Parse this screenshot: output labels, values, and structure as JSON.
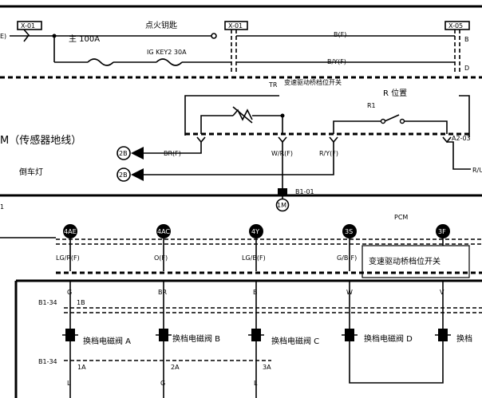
{
  "connectors": {
    "x01_left": "X-01",
    "x01_mid": "X-01",
    "x05": "X-05",
    "b101": "B1-01",
    "b134_top": "B1-34",
    "b134_bottom": "B1-34",
    "a203": "A2-03"
  },
  "labels": {
    "ignition_key": "点火钥匙",
    "main_fuse": "主  100A",
    "igkey_fuse": "IG KEY2 30A",
    "e_left": "E)",
    "wire_bf": "B(F)",
    "wire_byf": "B/Y(F)",
    "pin_b": "B",
    "pin_d": "D",
    "tr": "TR",
    "trans_switch_top": "变速驱动桥档位开关",
    "r_position": "R 位置",
    "r1": "R1",
    "sensor_ground": "M（传感器地线）",
    "reverse_light": "倒车灯",
    "wire_brf": "BR(F)",
    "wire_wrf": "W/R(F)",
    "wire_ryf": "R/Y(F)",
    "ru": "R/U",
    "pcm": "PCM",
    "trans_switch_box": "变速驱动桥档位开关",
    "left_mark": "1"
  },
  "ground_refs": {
    "g1": "2B",
    "g2": "2B",
    "g_bottom": "1M"
  },
  "pcm_pins": [
    "4AE",
    "4AC",
    "4Y",
    "3S",
    "3F"
  ],
  "pcm_wires": [
    "LG/R(F)",
    "O(F)",
    "LG/B(F)",
    "G/B(F)"
  ],
  "solenoid_colors": [
    "G",
    "BR",
    "B",
    "W",
    "V"
  ],
  "top_pins": [
    "1B"
  ],
  "bottom_pins": [
    "1A",
    "2A",
    "3A"
  ],
  "bottom_colors": [
    "L",
    "G",
    "L"
  ],
  "solenoids": [
    "换档电磁阀 A",
    "换档电磁阀 B",
    "换档电磁阀 C",
    "换档电磁阀 D",
    "换档"
  ]
}
